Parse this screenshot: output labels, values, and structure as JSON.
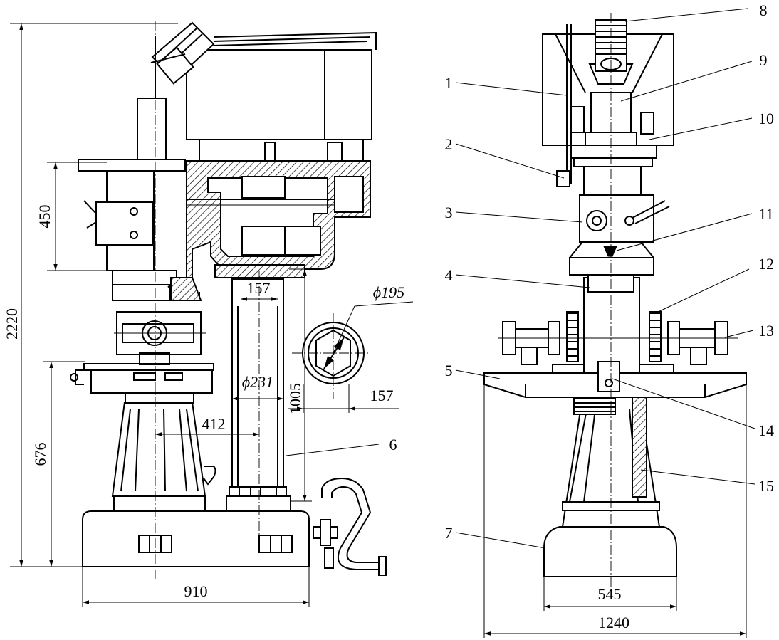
{
  "figure": {
    "left_view": {
      "dimensions": {
        "overall_height": "2220",
        "head_height": "450",
        "table_height": "676",
        "base_width": "910",
        "column_offset": "412",
        "column_diameter": "ϕ231",
        "bore_diameter": "ϕ195",
        "column_spacing_top": "157",
        "column_spacing_right": "157",
        "column_height": "1005"
      },
      "callouts": [
        "6"
      ]
    },
    "right_view": {
      "dimensions": {
        "base_width": "545",
        "table_width": "1240"
      },
      "callouts": [
        "1",
        "2",
        "3",
        "4",
        "5",
        "7",
        "8",
        "9",
        "10",
        "11",
        "12",
        "13",
        "14",
        "15"
      ]
    }
  }
}
